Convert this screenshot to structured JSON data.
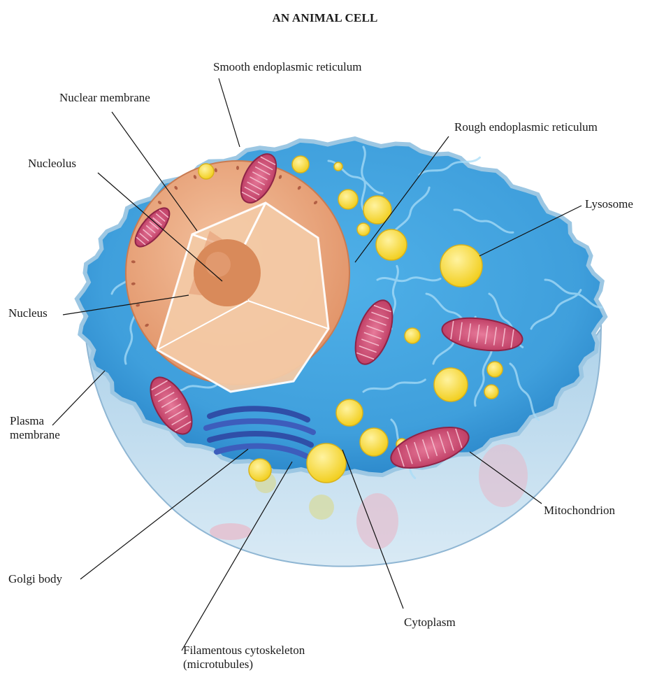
{
  "title": "AN ANIMAL CELL",
  "labels": {
    "smooth_er": "Smooth endoplasmic reticulum",
    "nuclear_membrane": "Nuclear membrane",
    "rough_er": "Rough endoplasmic reticulum",
    "nucleolus": "Nucleolus",
    "lysosome": "Lysosome",
    "nucleus": "Nucleus",
    "plasma_membrane": [
      "Plasma",
      "membrane"
    ],
    "mitochondrion": "Mitochondrion",
    "golgi_body": "Golgi body",
    "cytoplasm": "Cytoplasm",
    "cytoskeleton": [
      "Filamentous cytoskeleton",
      "(microtubules)"
    ]
  },
  "colors": {
    "cytoplasm": "#3f9fdc",
    "cytoplasm_dark": "#1f6fb5",
    "membrane_skirt": "#bcd9ec",
    "nucleus": "#e9a47a",
    "nucleus_inner": "#f2c7a4",
    "nucleolus": "#d98a5a",
    "lysosome": "#f7dc3a",
    "mitochondrion": "#c8466e",
    "golgi": "#3355b0"
  }
}
